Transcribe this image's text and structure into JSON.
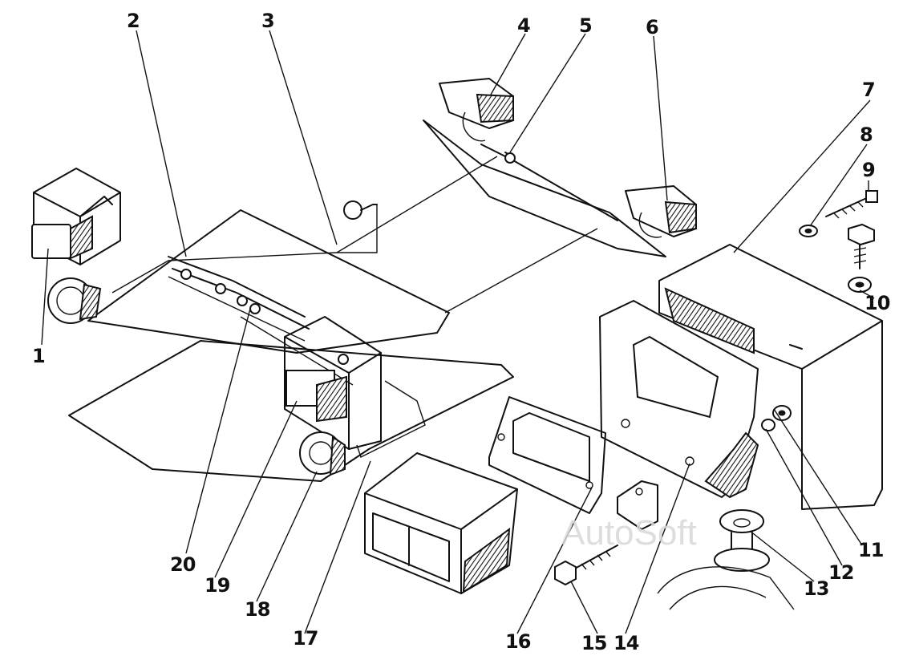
{
  "labels": {
    "l1": "1",
    "l2": "2",
    "l3": "3",
    "l4": "4",
    "l5": "5",
    "l6": "6",
    "l7": "7",
    "l8": "8",
    "l9": "9",
    "l10": "10",
    "l11": "11",
    "l12": "12",
    "l13": "13",
    "l14": "14",
    "l15": "15",
    "l16": "16",
    "l17": "17",
    "l18": "18",
    "l19": "19",
    "l20": "20"
  },
  "watermark": "AutoSoft"
}
